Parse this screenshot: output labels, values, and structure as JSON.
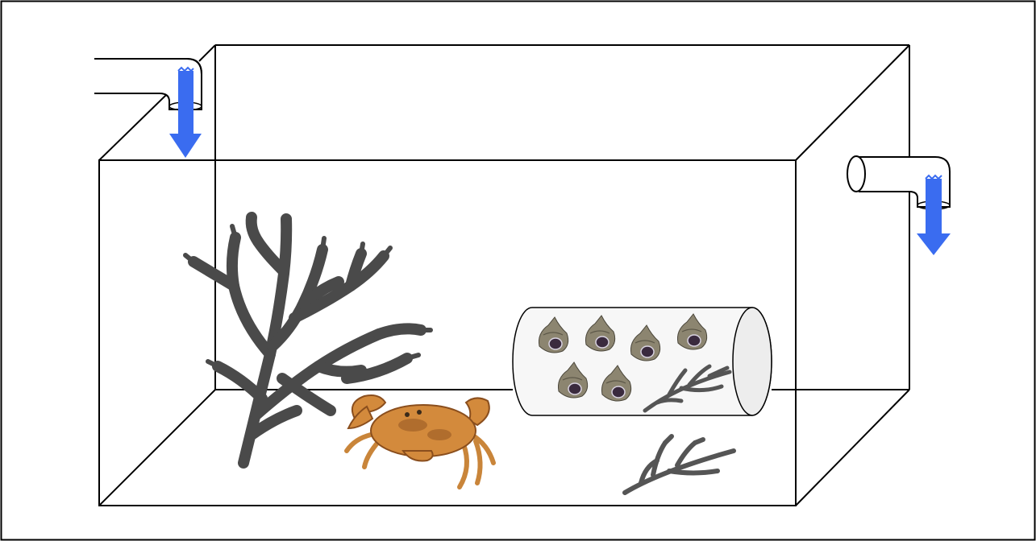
{
  "diagram": {
    "type": "aquarium-tank",
    "colors": {
      "frame": "#000000",
      "background": "#ffffff",
      "flow_arrow": "#3a6cf0",
      "seaweed": "#4a4a4a",
      "crab_body": "#d38a3c",
      "crab_outline": "#8a4e1d",
      "snail_shell": "#8c8570",
      "snail_opening": "#3a2a3e",
      "tube_fill": "#f7f7f7"
    },
    "elements": {
      "tank": "rectangular-tank-outline",
      "inlet_pipe": "inlet-pipe-top-left",
      "outlet_pipe": "outlet-pipe-right",
      "flow_in": "down-arrow-icon",
      "flow_out": "down-arrow-icon",
      "large_seaweed": "seaweed-icon",
      "small_seaweed_floor": "seaweed-icon",
      "small_seaweed_tube": "seaweed-icon",
      "crab": "crab-icon",
      "shelter_tube": "cylinder-tube",
      "snail_count": 6
    }
  }
}
